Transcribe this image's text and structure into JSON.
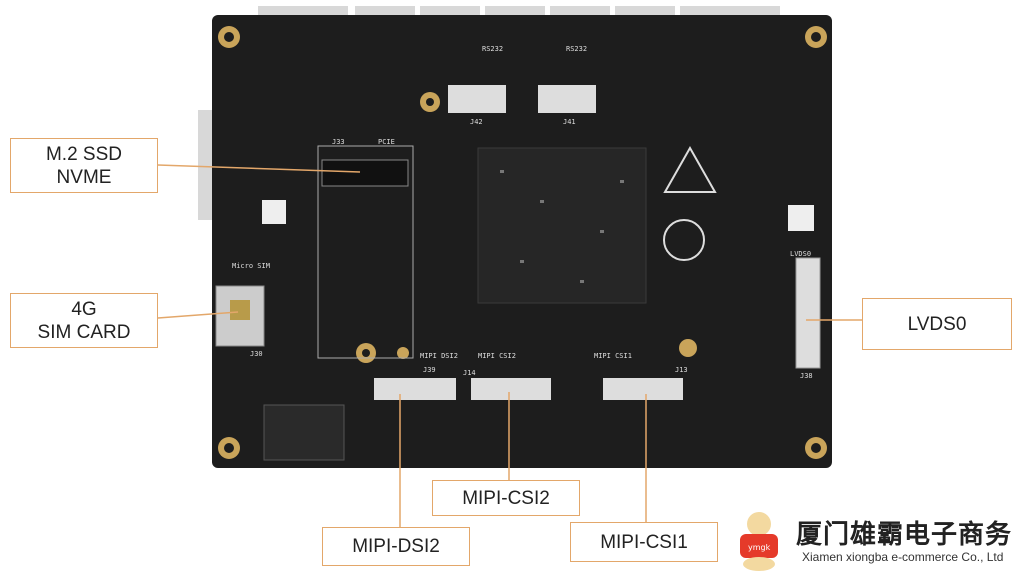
{
  "callouts": {
    "m2_ssd": {
      "line1": "M.2 SSD",
      "line2": "NVME"
    },
    "sim": {
      "line1": "4G",
      "line2": "SIM CARD"
    },
    "lvds": "LVDS0",
    "mipi_csi2": "MIPI-CSI2",
    "mipi_dsi2": "MIPI-DSI2",
    "mipi_csi1": "MIPI-CSI1"
  },
  "board_labels": {
    "j33": "J33",
    "pcie": "PCIE",
    "j42": "J42",
    "j41": "J41",
    "lvds0": "LVDS0",
    "j38": "J38",
    "micro_sim": "Micro SIM",
    "j30": "J30",
    "dsi2": "MIPI DSI2",
    "csi2": "MIPI CSI2",
    "csi1": "MIPI CSI1",
    "j39": "J39",
    "j14": "J14",
    "j13": "J13",
    "rs232a": "RS232",
    "rs232b": "RS232"
  },
  "logo": {
    "cn": "厦门雄霸电子商务",
    "en": "Xiamen xiongba e-commerce Co., Ltd",
    "badge": "ymgk"
  },
  "colors": {
    "board": "#1d1d1d",
    "callout_border": "#e3a76a",
    "gold": "#c9a45a"
  }
}
